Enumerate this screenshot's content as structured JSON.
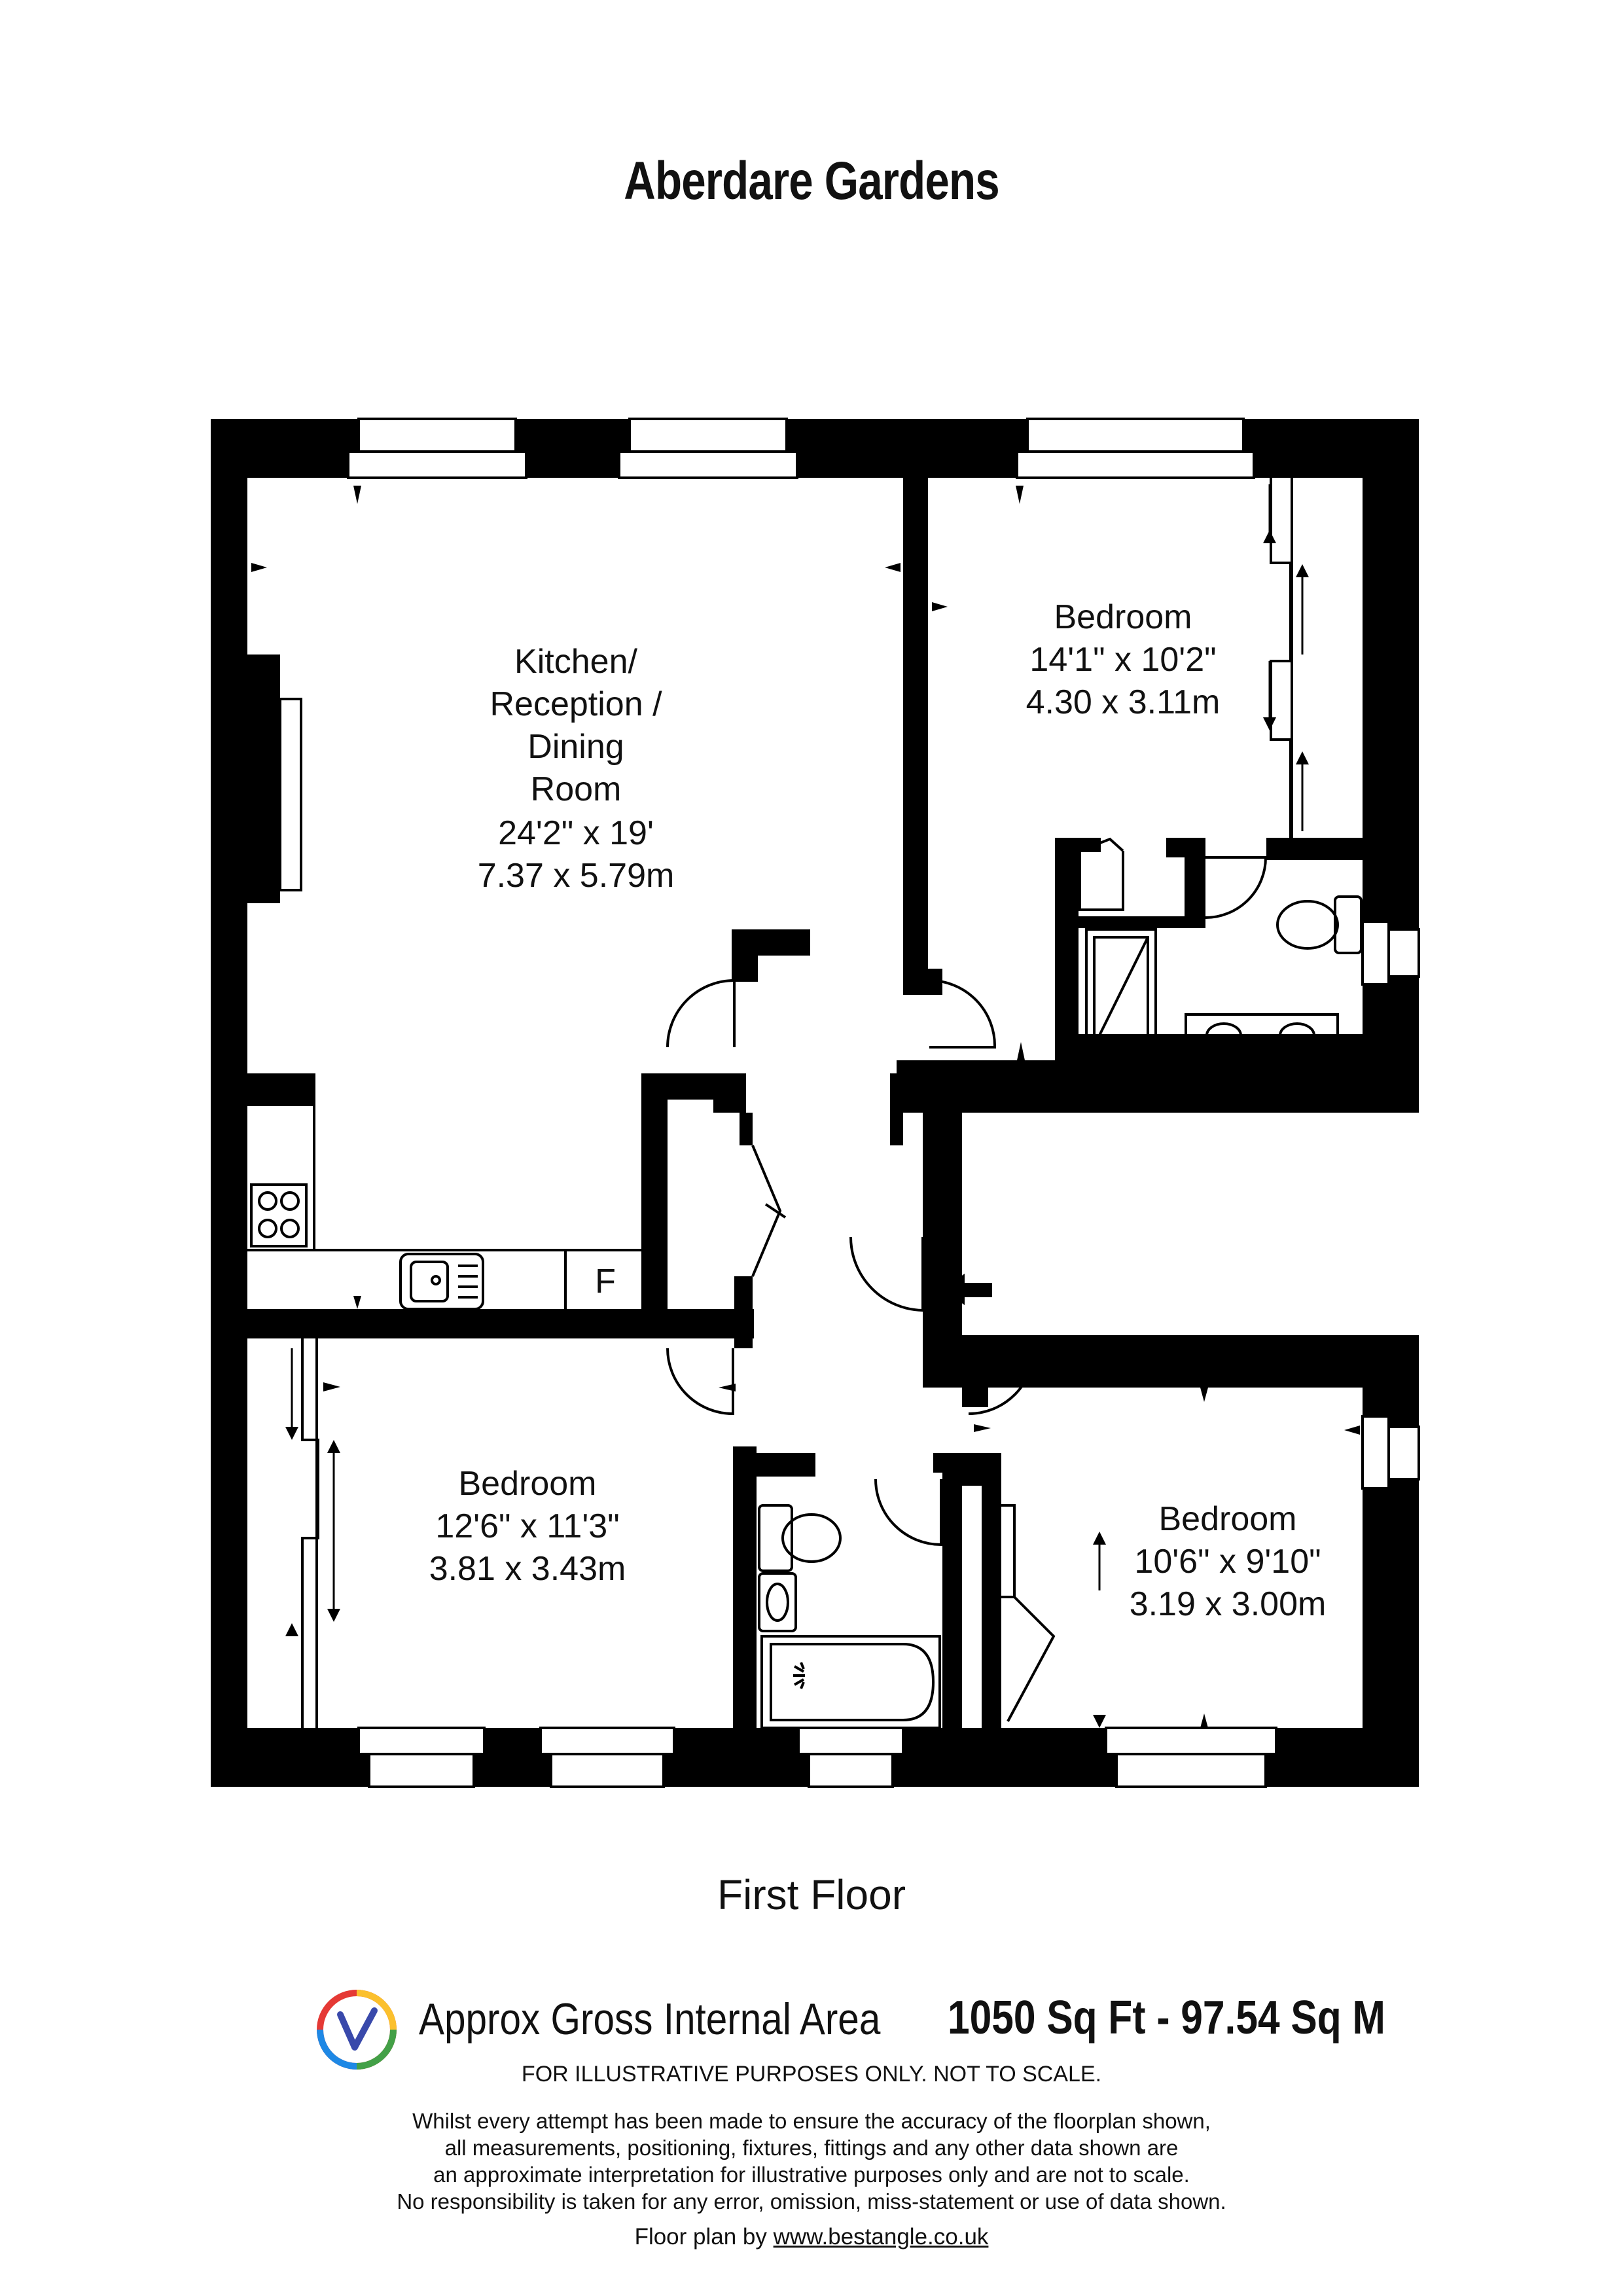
{
  "title": "Aberdare Gardens",
  "floor_label": "First Floor",
  "rooms": [
    {
      "lines": [
        "Kitchen/",
        "Reception /",
        "Dining",
        "Room",
        "24'2\" x 19'",
        "7.37 x 5.79m"
      ]
    },
    {
      "lines": [
        "Bedroom",
        "14'1\" x 10'2\"",
        "4.30 x 3.11m"
      ]
    },
    {
      "lines": [
        "Bedroom",
        "12'6\" x 11'3\"",
        "3.81 x 3.43m"
      ]
    },
    {
      "lines": [
        "Bedroom",
        "10'6\" x 9'10\"",
        "3.19 x 3.00m"
      ]
    }
  ],
  "fridge_label": "F",
  "area": {
    "label": "Approx Gross Internal Area",
    "value": "1050 Sq Ft  -  97.54 Sq M"
  },
  "not_to_scale": "FOR ILLUSTRATIVE PURPOSES ONLY. NOT TO SCALE.",
  "disclaimer": [
    "Whilst every attempt has been made to ensure the accuracy of the floorplan shown,",
    "all measurements, positioning, fixtures, fittings and any other data shown are",
    "an approximate interpretation for illustrative purposes only and are not to scale.",
    "No responsibility is taken for any error, omission, miss-statement or use of data shown."
  ],
  "credit": {
    "prefix": "Floor plan by ",
    "link": "www.bestangle.co.uk"
  },
  "icons": [
    "v-logo-icon",
    "entrance-arrow-icon",
    "hob-icon",
    "sink-icon",
    "toilet-icon",
    "basin-icon",
    "bath-icon",
    "shower-icon"
  ]
}
